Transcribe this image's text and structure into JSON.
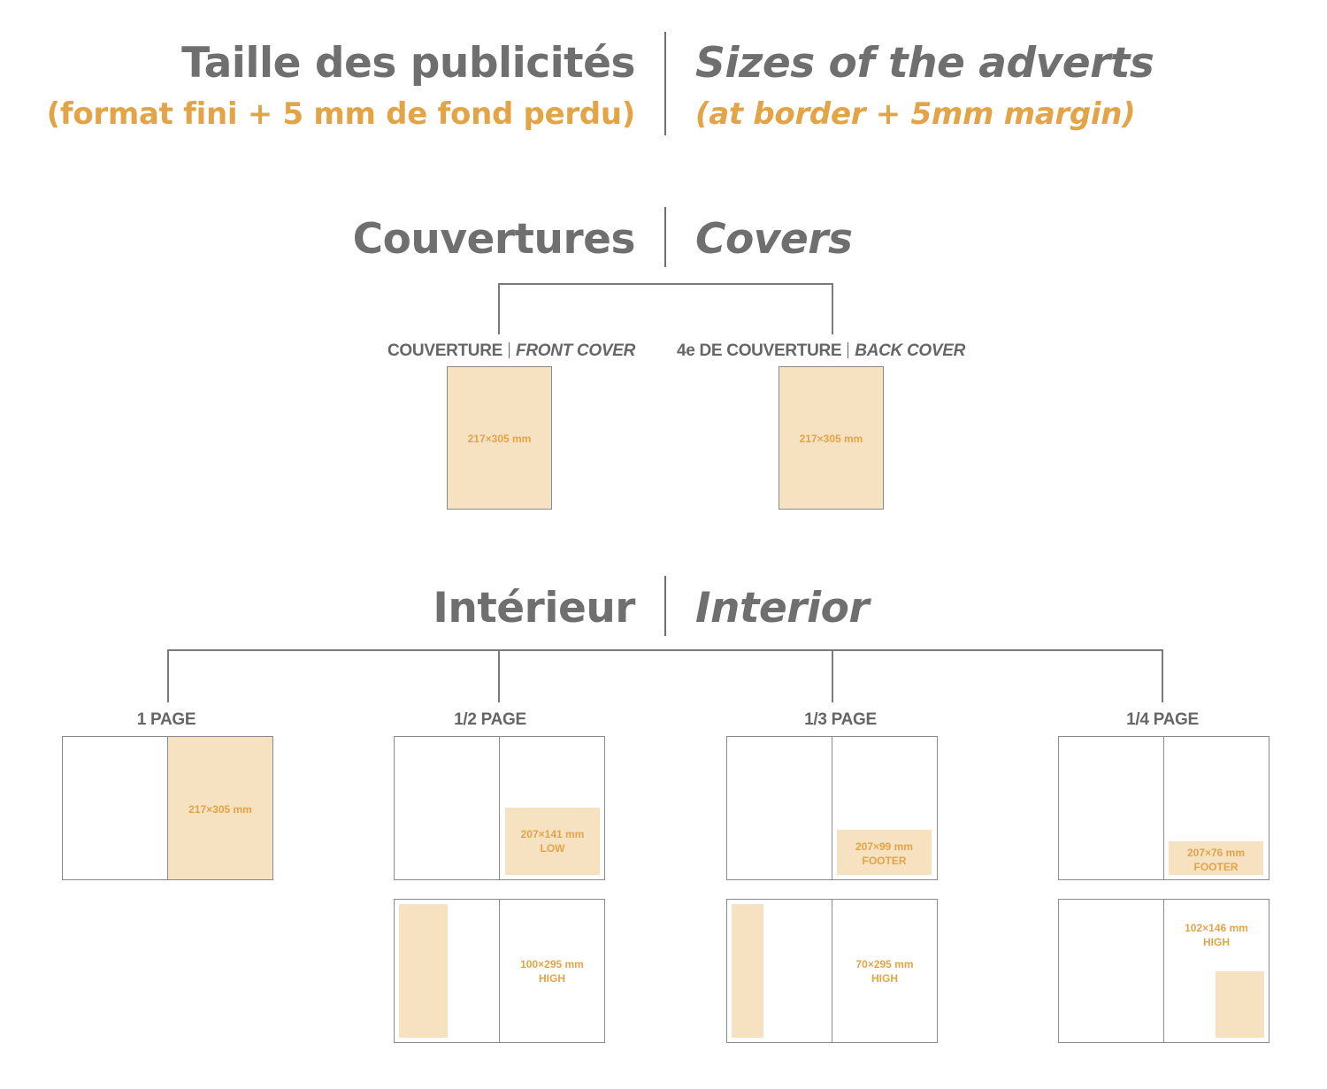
{
  "header": {
    "title_fr": "Taille des publicités",
    "subtitle_fr": "(format fini + 5 mm de fond perdu)",
    "title_en": "Sizes of the adverts",
    "subtitle_en": "(at border + 5mm margin)"
  },
  "covers": {
    "heading_fr": "Couvertures",
    "heading_en": "Covers",
    "front": {
      "label_fr": "COUVERTURE",
      "label_en": "FRONT COVER",
      "size": "217×305 mm"
    },
    "back": {
      "label_fr": "4e DE COUVERTURE",
      "label_en": "BACK COVER",
      "size": "217×305 mm"
    }
  },
  "interior": {
    "heading_fr": "Intérieur",
    "heading_en": "Interior",
    "formats": [
      {
        "label": "1 PAGE",
        "layouts": [
          {
            "size": "217×305 mm",
            "note": ""
          }
        ]
      },
      {
        "label": "1/2 PAGE",
        "layouts": [
          {
            "size": "207×141 mm",
            "note": "LOW"
          },
          {
            "size": "100×295 mm",
            "note": "HIGH"
          }
        ]
      },
      {
        "label": "1/3 PAGE",
        "layouts": [
          {
            "size": "207×99 mm",
            "note": "FOOTER"
          },
          {
            "size": "70×295 mm",
            "note": "HIGH"
          }
        ]
      },
      {
        "label": "1/4 PAGE",
        "layouts": [
          {
            "size": "207×76 mm",
            "note": "FOOTER"
          },
          {
            "size": "102×146 mm",
            "note": "HIGH"
          }
        ]
      }
    ]
  },
  "colors": {
    "accent": "#e3a448",
    "fill": "#f6e1c1",
    "text": "#6f6f6f"
  }
}
